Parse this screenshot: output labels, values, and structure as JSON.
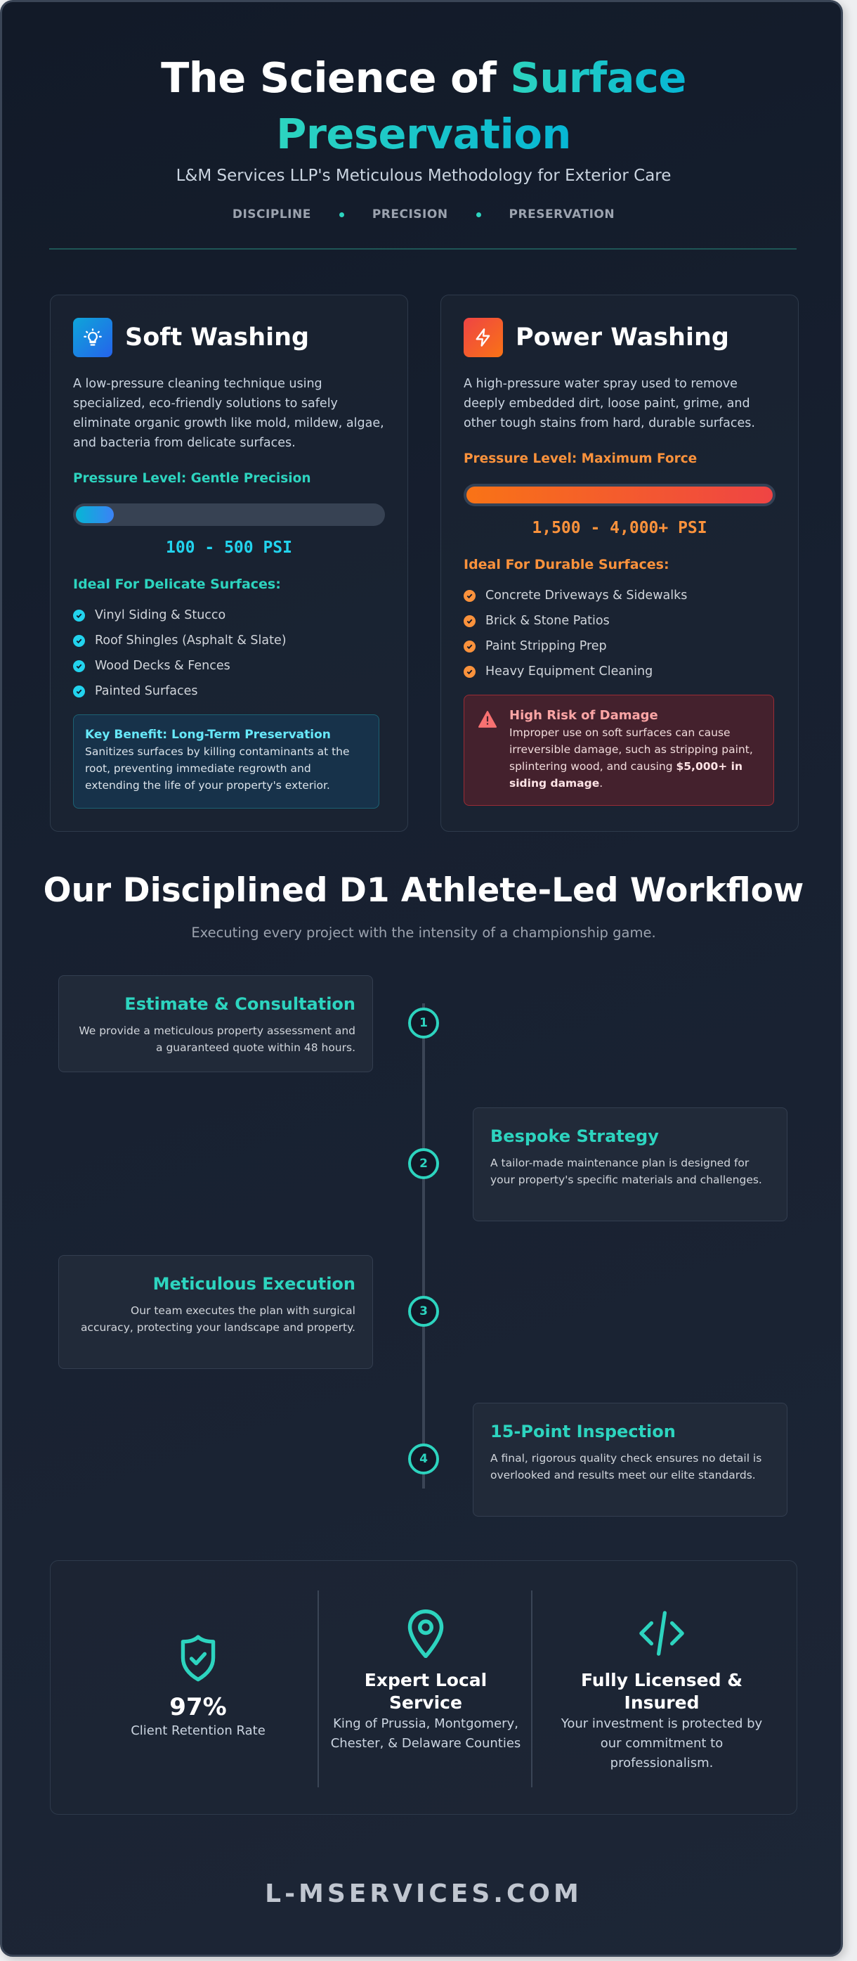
{
  "header": {
    "title_main": "The Science of ",
    "title_accent": "Surface Preservation",
    "title_accent_line1": "Surface",
    "title_accent_line2": "Preservation",
    "subtitle": "L&M Services LLP's Meticulous Methodology for Exterior Care",
    "pillars": [
      "DISCIPLINE",
      "PRECISION",
      "PRESERVATION"
    ]
  },
  "services": {
    "soft": {
      "icon": "lightbulb-icon",
      "title": "Soft Washing",
      "description": "A low-pressure cleaning technique using specialized, eco-friendly solutions to safely eliminate organic growth like mold, mildew, algae, and bacteria from delicate surfaces.",
      "pressure_label": "Pressure Level: Gentle Precision",
      "pressure_fill_pct": 12,
      "psi": "100 - 500 PSI",
      "ideal_heading": "Ideal For Delicate Surfaces:",
      "ideal_items": [
        "Vinyl Siding & Stucco",
        "Roof Shingles (Asphalt & Slate)",
        "Wood Decks & Fences",
        "Painted Surfaces"
      ],
      "benefit_title": "Key Benefit: Long-Term Preservation",
      "benefit_text": "Sanitizes surfaces by killing contaminants at the root, preventing immediate regrowth and extending the life of your property's exterior.",
      "accent": "#2dd4bf"
    },
    "power": {
      "icon": "lightning-icon",
      "title": "Power Washing",
      "description": "A high-pressure water spray used to remove deeply embedded dirt, loose paint, grime, and other tough stains from hard, durable surfaces.",
      "pressure_label": "Pressure Level: Maximum Force",
      "pressure_fill_pct": 100,
      "psi": "1,500 - 4,000+ PSI",
      "ideal_heading": "Ideal For Durable Surfaces:",
      "ideal_items": [
        "Concrete Driveways & Sidewalks",
        "Brick & Stone Patios",
        "Paint Stripping Prep",
        "Heavy Equipment Cleaning"
      ],
      "risk_title": "High Risk of Damage",
      "risk_text": "Improper use on soft surfaces can cause irreversible damage, such as stripping paint, splintering wood, and causing ",
      "risk_text_bold": "$5,000+ in siding damage",
      "risk_text_end": ".",
      "accent": "#fb923c"
    }
  },
  "workflow": {
    "title": "Our Disciplined D1 Athlete-Led Workflow",
    "subtitle": "Executing every project with the intensity of a championship game.",
    "steps": [
      {
        "number": "1",
        "title": "Estimate & Consultation",
        "text": "We provide a meticulous property assessment and a guaranteed quote within 48 hours."
      },
      {
        "number": "2",
        "title": "Bespoke Strategy",
        "text": "A tailor-made maintenance plan is designed for your property's specific materials and challenges."
      },
      {
        "number": "3",
        "title": "Meticulous Execution",
        "text": "Our team executes the plan with surgical accuracy, protecting your landscape and property."
      },
      {
        "number": "4",
        "title": "15-Point Inspection",
        "text": "A final, rigorous quality check ensures no detail is overlooked and results meet our elite standards."
      }
    ]
  },
  "stats": [
    {
      "icon": "shield-check-icon",
      "value": "97%",
      "label": "Client Retention Rate"
    },
    {
      "icon": "map-pin-icon",
      "heading": "Expert Local Service",
      "label": "King of Prussia, Montgomery, Chester, & Delaware Counties"
    },
    {
      "icon": "code-icon",
      "heading": "Fully Licensed & Insured",
      "label": "Your investment is protected by our commitment to professionalism."
    }
  ],
  "footer": {
    "website": "L-MSERVICES.COM"
  },
  "colors": {
    "teal": "#2dd4bf",
    "cyan": "#22d3ee",
    "orange": "#fb923c",
    "red": "#ef4444",
    "background": "#172030"
  }
}
